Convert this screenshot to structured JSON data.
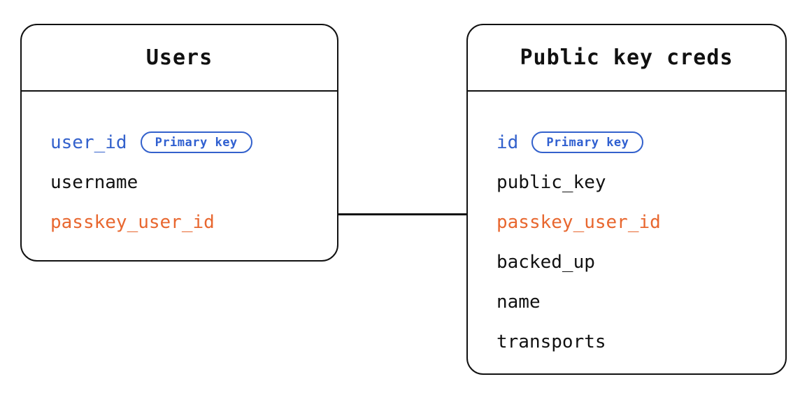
{
  "diagram": {
    "type": "entity-relationship",
    "background_color": "#ffffff",
    "colors": {
      "border": "#111111",
      "text": "#111111",
      "primary_key_blue": "#3361cc",
      "foreign_key_orange": "#e8672f",
      "pill_border": "#3361cc"
    },
    "entities": [
      {
        "id": "users",
        "title": "Users",
        "fields": [
          {
            "name": "user_id",
            "role": "primary",
            "badge": "Primary key"
          },
          {
            "name": "username",
            "role": "plain",
            "badge": ""
          },
          {
            "name": "passkey_user_id",
            "role": "foreign",
            "badge": ""
          }
        ]
      },
      {
        "id": "public_key_creds",
        "title": "Public key creds",
        "fields": [
          {
            "name": "id",
            "role": "primary",
            "badge": "Primary key"
          },
          {
            "name": "public_key",
            "role": "plain",
            "badge": ""
          },
          {
            "name": "passkey_user_id",
            "role": "foreign",
            "badge": ""
          },
          {
            "name": "backed_up",
            "role": "plain",
            "badge": ""
          },
          {
            "name": "name",
            "role": "plain",
            "badge": ""
          },
          {
            "name": "transports",
            "role": "plain",
            "badge": ""
          }
        ]
      }
    ],
    "relationships": [
      {
        "from_entity": "users",
        "from_field": "passkey_user_id",
        "to_entity": "public_key_creds",
        "to_field": "passkey_user_id",
        "style": "straight-line"
      }
    ]
  }
}
